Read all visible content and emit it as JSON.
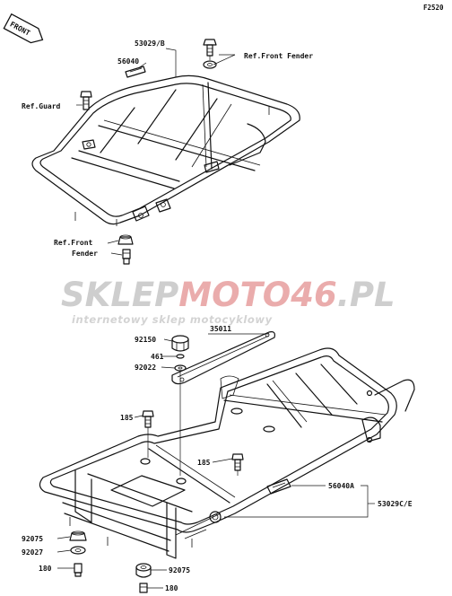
{
  "figure_code": "F2520",
  "front_badge": "FRONT",
  "labels": {
    "assembly_front": "53029/B",
    "decal_front": "56040",
    "ref_front_fender_top": "Ref.Front Fender",
    "ref_guard": "Ref.Guard",
    "ref_front_fender_left_1": "Ref.Front",
    "ref_front_fender_left_2": "Fender",
    "bracket": "35011",
    "knob": "92150",
    "clip": "461",
    "washer": "92022",
    "bolt_left": "185",
    "bolt_mid": "185",
    "decal_rear": "56040A",
    "assembly_rear": "53029C/E",
    "grommet_a": "92075",
    "collar": "92027",
    "bolt_bottom_left": "180",
    "grommet_b": "92075",
    "bolt_bottom": "180"
  },
  "watermark": {
    "part1": "SKLEP",
    "part2": "MOTO",
    "part3": "46",
    "part4": ".PL",
    "tagline": "internetowy sklep motocyklowy",
    "color_grey": "#c9c9c9",
    "color_red": "#e8a4a4"
  }
}
